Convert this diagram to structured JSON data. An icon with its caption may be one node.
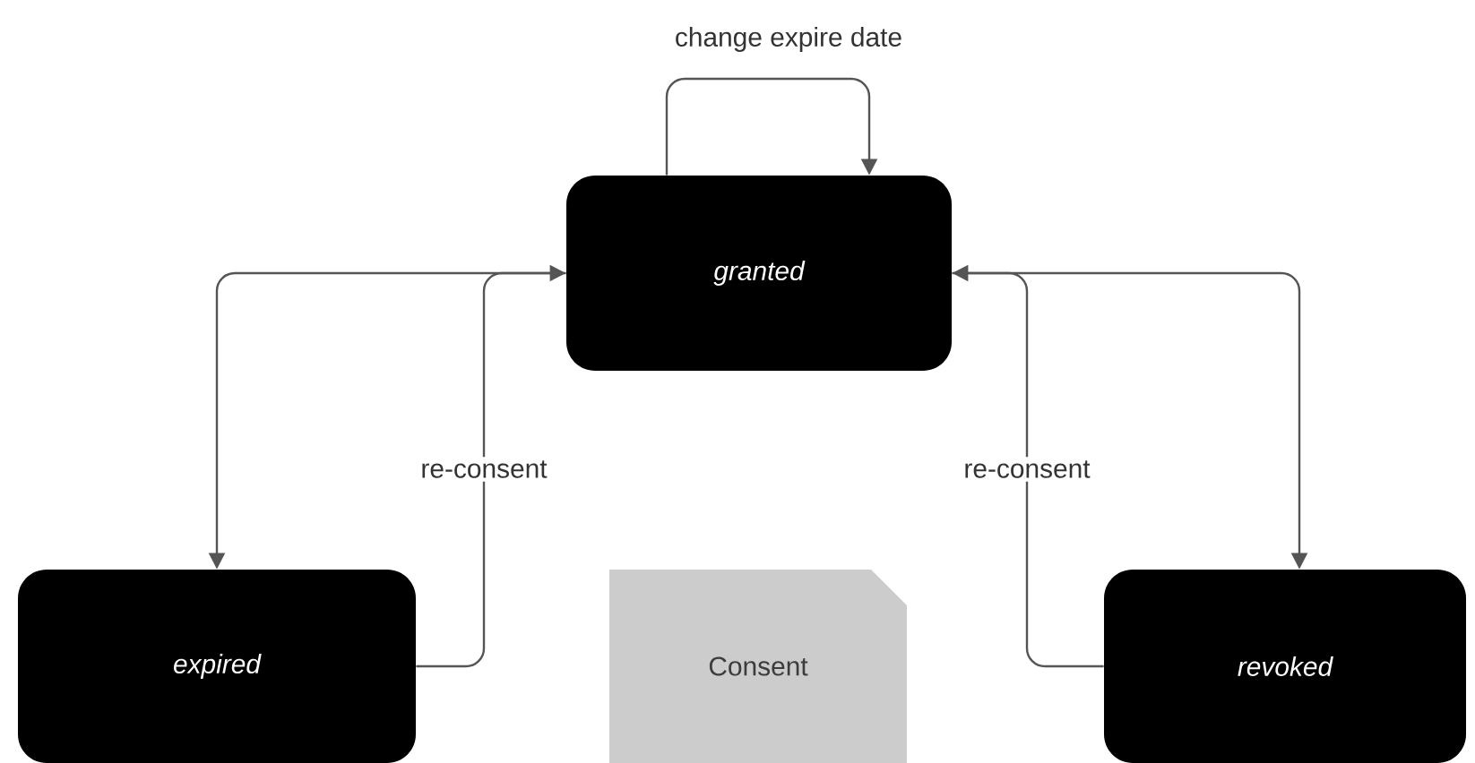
{
  "diagram": {
    "nodes": [
      {
        "text": [
          "granted"
        ]
      },
      {
        "text": [
          "expired"
        ]
      },
      {
        "text": [
          "Consent"
        ]
      },
      {
        "text": [
          "revoked"
        ]
      }
    ],
    "edges": [
      {
        "from": 0,
        "to": 0,
        "arrow": "to",
        "label": "change expire date"
      },
      {
        "from": 0,
        "to": 1,
        "arrow": "to"
      },
      {
        "from": 1,
        "to": 0,
        "arrow": "to",
        "label": "re-consent"
      },
      {
        "from": 0,
        "to": 3,
        "arrow": "to"
      },
      {
        "from": 3,
        "to": 0,
        "arrow": "to",
        "label": "re-consent"
      }
    ]
  }
}
